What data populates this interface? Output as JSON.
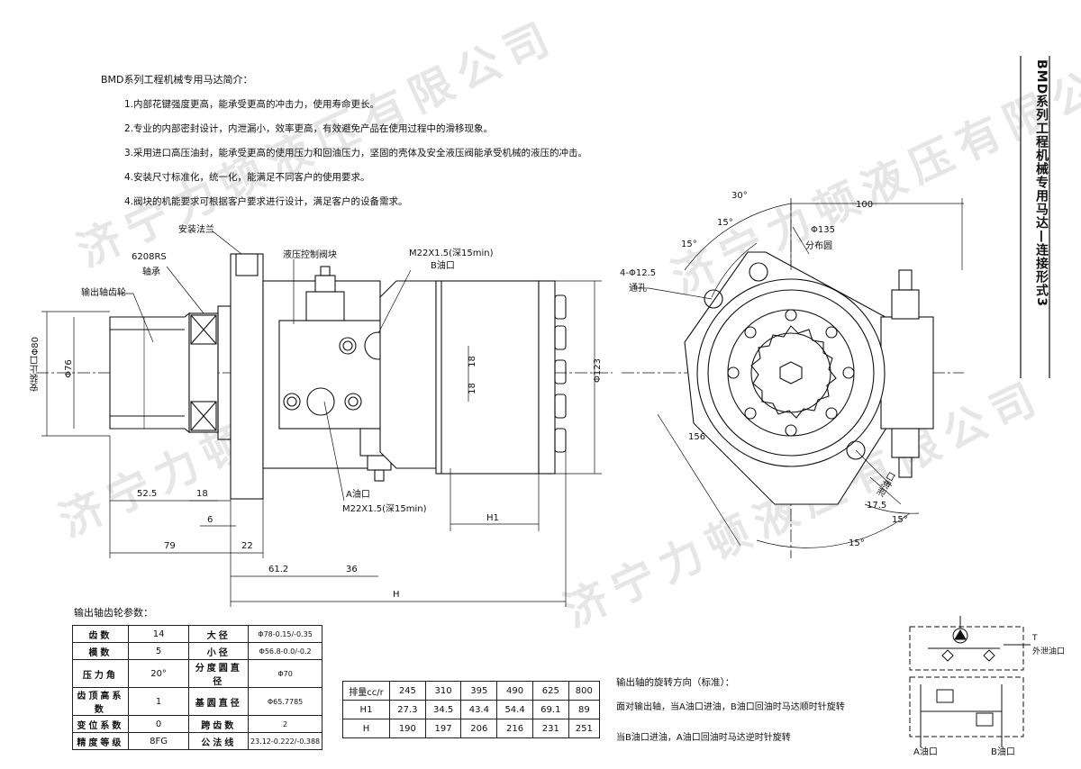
{
  "side_title": "BMD系列工程机械专用马达—连接形式3",
  "intro": {
    "title": "BMD系列工程机械专用马达简介：",
    "items": [
      "1.内部花键强度更高，能承受更高的冲击力，使用寿命更长。",
      "2.专业的内部密封设计，内泄漏小，效率更高，有效避免产品在使用过程中的滑移现象。",
      "3.采用进口高压油封，能承受更高的使用压力和回油压力，坚固的壳体及安全液压阀能承受机械的液压的冲击。",
      "4.安装尺寸标准化，统一化，能满足不同客户的使用要求。",
      "4.阀块的机能要求可根据客户要求进行设计，满足客户的设备需求。"
    ]
  },
  "watermark": "济宁力顿液压有限公司",
  "side_view": {
    "labels": {
      "mount_flange": "安装法兰",
      "bearing_code": "6208RS",
      "bearing": "轴承",
      "output_gear": "输出轴齿轮",
      "valve_block": "液压控制阀块",
      "b_port_thread": "M22X1.5(深15min)",
      "b_port": "B油口",
      "a_port": "A油口",
      "a_port_thread": "M22X1.5(深15min)",
      "spigot": "安装止口Φ80"
    },
    "dims": {
      "d76": "Φ76",
      "d123": "Φ123",
      "d18a": "18",
      "d18b": "18",
      "d52_5": "52.5",
      "d18c": "18",
      "d6": "6",
      "d79": "79",
      "d22": "22",
      "d61_2": "61.2",
      "d36": "36",
      "H1": "H1",
      "H": "H"
    }
  },
  "front_view": {
    "labels": {
      "holes": "4-Φ12.5",
      "through": "通孔",
      "pcd": "Φ135",
      "pcd_label": "分布圆",
      "drain": "泄油口"
    },
    "dims": {
      "a30": "30°",
      "a15a": "15°",
      "a15b": "15°",
      "w100": "100",
      "d156": "156",
      "d17_5": "17.5",
      "a15c": "15°",
      "a15d": "15°"
    }
  },
  "gear_table": {
    "title": "输出轴齿轮参数：",
    "rows": [
      [
        "齿数",
        "14",
        "大径",
        "Φ78-0.15/-0.35"
      ],
      [
        "模数",
        "5",
        "小径",
        "Φ56.8-0.0/-0.2"
      ],
      [
        "压力角",
        "20°",
        "分度圆直径",
        "Φ70"
      ],
      [
        "齿顶高系数",
        "1",
        "基圆直径",
        "Φ65.7785"
      ],
      [
        "变位系数",
        "0",
        "跨齿数",
        "2"
      ],
      [
        "精度等级",
        "8FG",
        "公法线",
        "23.12-0.222/-0.388"
      ]
    ]
  },
  "displacement_table": {
    "header": [
      "排量cc/r",
      "245",
      "310",
      "395",
      "490",
      "625",
      "800"
    ],
    "rows": [
      [
        "H1",
        "27.3",
        "34.5",
        "43.4",
        "54.4",
        "69.1",
        "89"
      ],
      [
        "H",
        "190",
        "197",
        "206",
        "216",
        "231",
        "251"
      ]
    ]
  },
  "rotation": {
    "title": "输出轴的旋转方向（标准）：",
    "line1": "面对输出轴，当A油口进油，B油口回油时马达顺时针旋转",
    "line2": "当B油口进油，A油口回油时马达逆时针旋转"
  },
  "schematic": {
    "t_port": "T",
    "t_label": "外泄油口",
    "a_port": "A油口",
    "b_port": "B油口"
  }
}
